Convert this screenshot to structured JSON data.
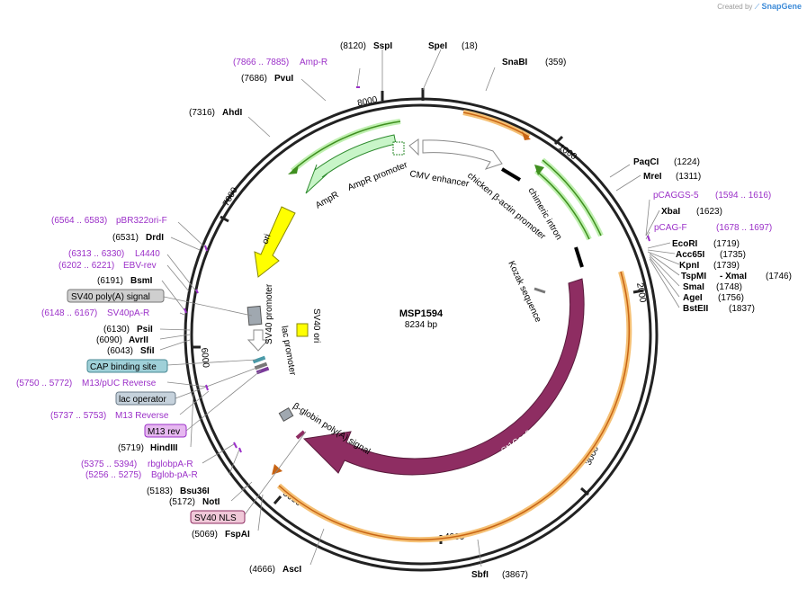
{
  "branding": {
    "created_by": "Created by",
    "app": "SnapGene"
  },
  "map": {
    "name": "MSP1594",
    "length_label": "8234 bp",
    "length": 8234
  },
  "ticks": [
    "1000",
    "2000",
    "3000",
    "4000",
    "5000",
    "6000",
    "7000",
    "8000"
  ],
  "sites": [
    {
      "name": "SspI",
      "pos": "(8120)"
    },
    {
      "name": "SpeI",
      "pos": "(18)"
    },
    {
      "name": "SnaBI",
      "pos": "(359)"
    },
    {
      "name": "PvuI",
      "pos": "(7686)"
    },
    {
      "name": "AhdI",
      "pos": "(7316)"
    },
    {
      "name": "PaqCI",
      "pos": "(1224)"
    },
    {
      "name": "MreI",
      "pos": "(1311)"
    },
    {
      "name": "XbaI",
      "pos": "(1623)"
    },
    {
      "name": "EcoRI",
      "pos": "(1719)"
    },
    {
      "name": "Acc65I",
      "pos": "(1735)"
    },
    {
      "name": "KpnI",
      "pos": "(1739)"
    },
    {
      "name": "TspMI",
      "pos": "",
      "extra": "- XmaI",
      "pos2": "(1746)"
    },
    {
      "name": "SmaI",
      "pos": "(1748)"
    },
    {
      "name": "AgeI",
      "pos": "(1756)"
    },
    {
      "name": "BstEII",
      "pos": "(1837)"
    },
    {
      "name": "DrdI",
      "pos": "(6531)"
    },
    {
      "name": "BsmI",
      "pos": "(6191)"
    },
    {
      "name": "PsiI",
      "pos": "(6130)"
    },
    {
      "name": "AvrII",
      "pos": "(6090)"
    },
    {
      "name": "SfiI",
      "pos": "(6043)"
    },
    {
      "name": "HindIII",
      "pos": "(5719)"
    },
    {
      "name": "Bsu36I",
      "pos": "(5183)"
    },
    {
      "name": "NotI",
      "pos": "(5172)"
    },
    {
      "name": "FspAI",
      "pos": "(5069)"
    },
    {
      "name": "AscI",
      "pos": "(4666)"
    },
    {
      "name": "SbfI",
      "pos": "(3867)"
    }
  ],
  "primers": [
    {
      "range": "(7866 .. 7885)",
      "name": "Amp-R"
    },
    {
      "range": "(1594 .. 1616)",
      "name": "pCAGGS-5"
    },
    {
      "range": "(1678 .. 1697)",
      "name": "pCAG-F"
    },
    {
      "range": "(6564 .. 6583)",
      "name": "pBR322ori-F"
    },
    {
      "range": "(6313 .. 6330)",
      "name": "L4440"
    },
    {
      "range": "(6202 .. 6221)",
      "name": "EBV-rev"
    },
    {
      "range": "(6148 .. 6167)",
      "name": "SV40pA-R"
    },
    {
      "range": "(5750 .. 5772)",
      "name": "M13/pUC Reverse"
    },
    {
      "range": "(5737 .. 5753)",
      "name": "M13 Reverse"
    },
    {
      "range": "(5375 .. 5394)",
      "name": "rbglobpA-R"
    },
    {
      "range": "(5256 .. 5275)",
      "name": "Bglob-pA-R"
    }
  ],
  "boxed_labels": [
    {
      "name": "SV40 poly(A) signal"
    },
    {
      "name": "CAP binding site"
    },
    {
      "name": "lac operator"
    },
    {
      "name": "M13 rev"
    },
    {
      "name": "SV40 NLS"
    }
  ],
  "features": [
    {
      "name": "AmpR"
    },
    {
      "name": "AmpR promoter"
    },
    {
      "name": "CMV enhancer"
    },
    {
      "name": "chicken β-actin promoter"
    },
    {
      "name": "chimeric intron"
    },
    {
      "name": "Kozak sequence"
    },
    {
      "name": "ori"
    },
    {
      "name": "SV40 promoter"
    },
    {
      "name": "SV40 ori"
    },
    {
      "name": "lac promoter"
    },
    {
      "name": "β-globin poly(A) signal"
    },
    {
      "name": "St1Cas9"
    }
  ],
  "colors": {
    "backbone": "#222222",
    "enzyme": "#000000",
    "primer": "#9b30c8",
    "cas9": "#8e2d62",
    "cas9_outline": "#f5c074",
    "ori": "#ffff00",
    "ampr": "#c8f5c8",
    "ampr_outline": "#2e8b2e",
    "green_arrow": "#3f8f1f",
    "orange_arrow": "#c86414"
  }
}
